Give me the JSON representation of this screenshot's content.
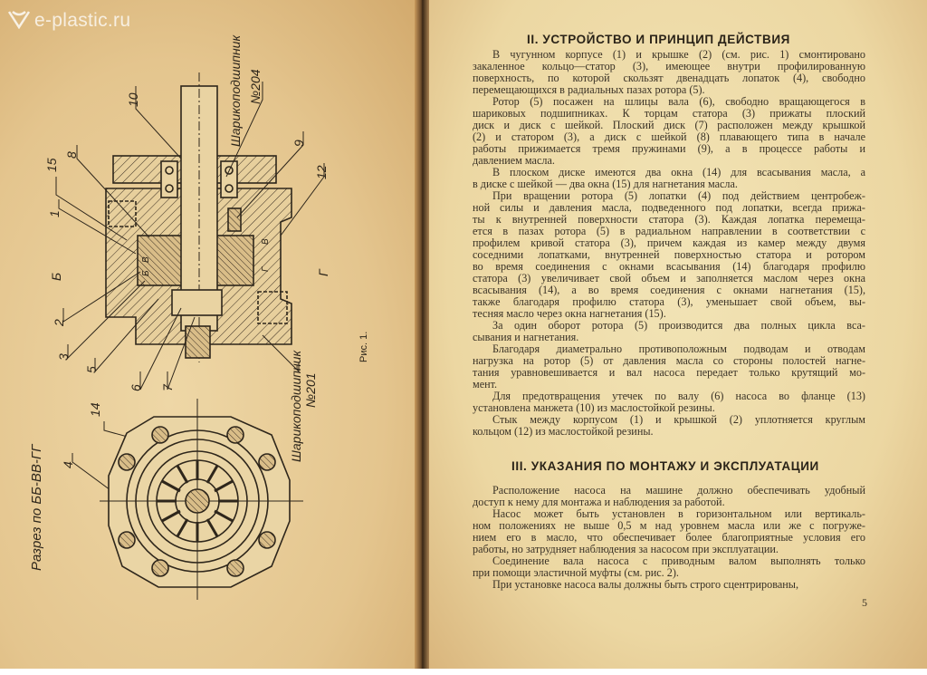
{
  "watermark": "e-plastic.ru",
  "left_page": {
    "figure_caption": "Рис. 1.",
    "section_caption": "Разрез по ББ-ВВ-ГГ",
    "bearing_top": {
      "name": "Шарикоподшипник",
      "number": "№204"
    },
    "bearing_bottom": {
      "name": "Шарикоподшипник",
      "number": "№201"
    },
    "callouts": [
      "10",
      "15",
      "8",
      "1",
      "Б",
      "2",
      "3",
      "5",
      "6",
      "7",
      "9",
      "12",
      "Г",
      "14",
      "4"
    ],
    "section_letters": [
      "В",
      "Б",
      "В",
      "Г"
    ]
  },
  "right_page": {
    "section2_title": "II. УСТРОЙСТВО И ПРИНЦИП ДЕЙСТВИЯ",
    "section2_paragraphs": [
      [
        "В чугунном корпусе (1) и крышке (2) (см. рис. 1) смонтировано",
        "закаленное кольцо—статор (3), имеющее внутри профилированную",
        "поверхность, по которой скользят двенадцать лопаток (4), свободно",
        "перемещающихся в радиальных пазах ротора (5)."
      ],
      [
        "Ротор (5) посажен на шлицы вала (6), свободно вращающегося в",
        "шариковых подшипниках. К торцам статора (3) прижаты плоский",
        "диск и диск с шейкой. Плоский диск (7) расположен между крышкой",
        "(2) и статором (3), а диск с шейкой (8) плавающего типа в начале",
        "работы прижимается тремя пружинами (9), а в процессе работы и",
        "давлением масла."
      ],
      [
        "В плоском диске имеются два окна (14) для всасывания масла, а",
        "в диске с шейкой — два окна (15) для нагнетания масла."
      ],
      [
        "При вращении ротора (5) лопатки (4) под действием центробеж-",
        "ной силы и давления масла, подведенного под лопатки, всегда прижа-",
        "ты к внутренней поверхности статора (3). Каждая лопатка перемеща-",
        "ется в пазах ротора (5) в радиальном направлении в соответствии с",
        "профилем кривой статора (3), причем каждая из камер между двумя",
        "соседними лопатками, внутренней поверхностью статора и ротором",
        "во время соединения с окнами всасывания (14) благодаря профилю",
        "статора (3) увеличивает свой объем и заполняется маслом через окна",
        "всасывания (14), а во время соединения с окнами нагнетания (15),",
        "также благодаря профилю статора (3), уменьшает свой объем, вы-",
        "тесняя масло через окна нагнетания (15)."
      ],
      [
        "За один оборот ротора (5) производится два полных цикла вса-",
        "сывания и нагнетания."
      ],
      [
        "Благодаря диаметрально противоположным подводам и отводам",
        "нагрузка на ротор (5) от давления масла со стороны полостей нагне-",
        "тания уравновешивается и вал насоса передает только крутящий мо-",
        "мент."
      ],
      [
        "Для предотвращения утечек по валу (6) насоса во фланце (13)",
        "установлена манжета (10) из маслостойкой резины."
      ],
      [
        "Стык между корпусом (1) и крышкой (2) уплотняется круглым",
        "кольцом (12) из маслостойкой резины."
      ]
    ],
    "section3_title": "III. УКАЗАНИЯ ПО МОНТАЖУ И ЭКСПЛУАТАЦИИ",
    "section3_paragraphs": [
      [
        "Расположение насоса на машине должно обеспечивать удобный",
        "доступ к нему для монтажа и наблюдения за работой."
      ],
      [
        "Насос может быть установлен в горизонтальном или вертикаль-",
        "ном положениях не выше 0,5 м над уровнем масла или же с погруже-",
        "нием его в масло, что обеспечивает более благоприятные условия его",
        "работы, но затрудняет наблюдения за насосом при эксплуатации."
      ],
      [
        "Соединение вала насоса с приводным валом выполнять только",
        "при помощи эластичной муфты (см. рис. 2)."
      ],
      [
        "При установке насоса валы должны быть строго сцентрированы,"
      ]
    ],
    "page_number": "5"
  },
  "colors": {
    "ink": "#3a3226",
    "pen_underline": "#1f2a6b",
    "paper": "#ecd7a2"
  }
}
